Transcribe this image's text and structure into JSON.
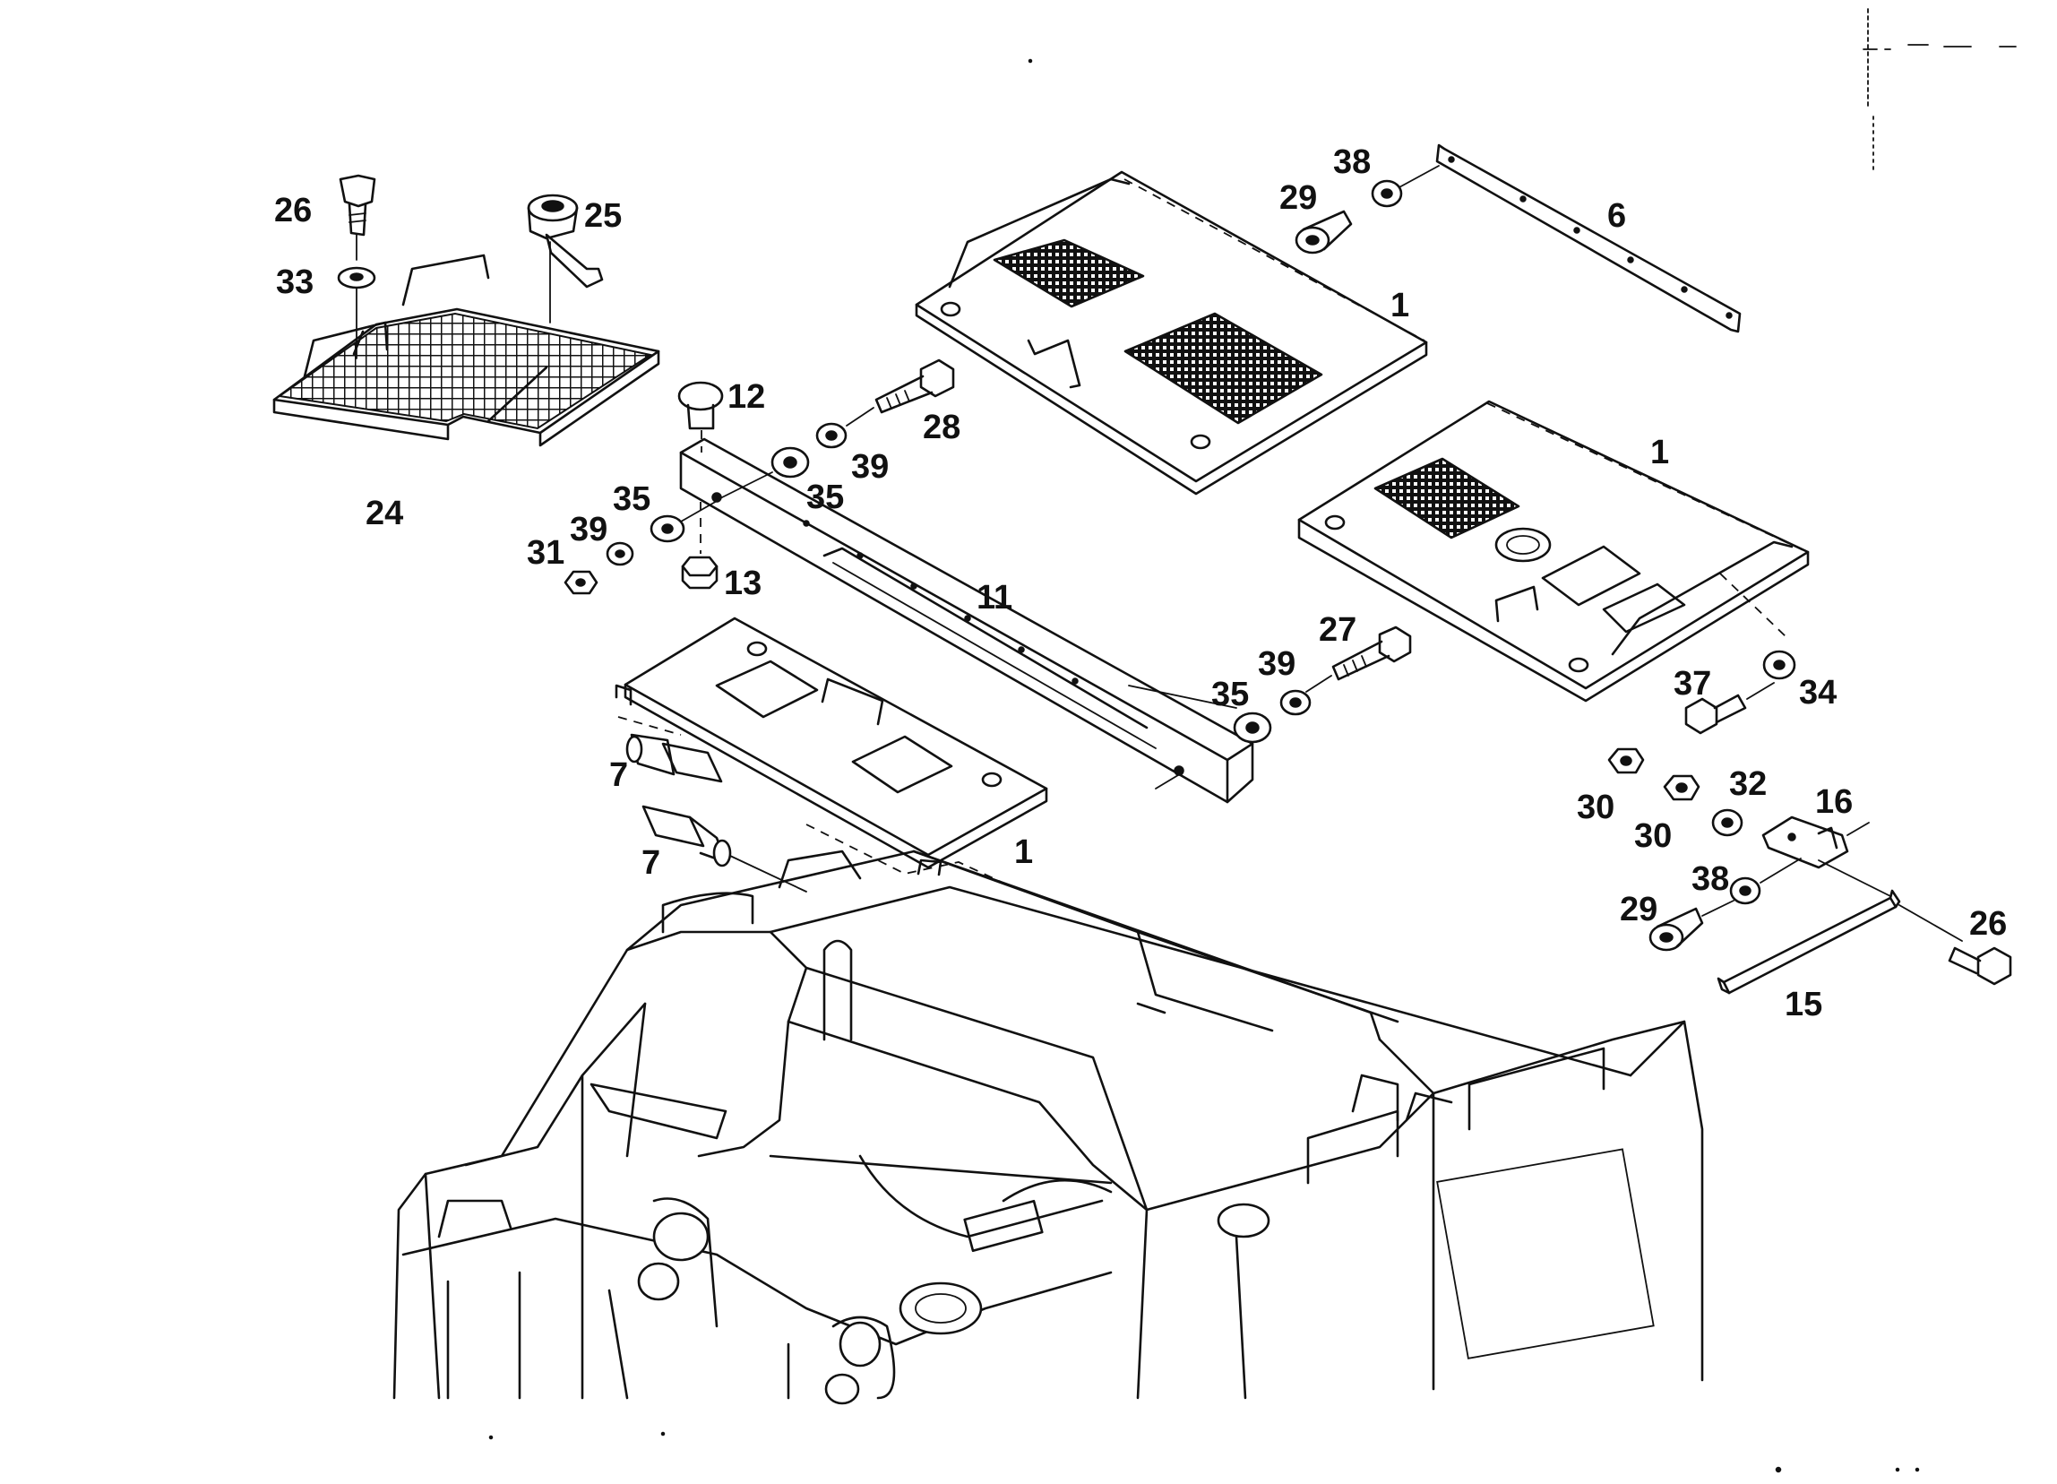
{
  "diagram": {
    "callouts": [
      {
        "id": "c26a",
        "text": "26"
      },
      {
        "id": "c25",
        "text": "25"
      },
      {
        "id": "c33",
        "text": "33"
      },
      {
        "id": "c24",
        "text": "24"
      },
      {
        "id": "c12",
        "text": "12"
      },
      {
        "id": "c28",
        "text": "28"
      },
      {
        "id": "c39a",
        "text": "39"
      },
      {
        "id": "c35a",
        "text": "35"
      },
      {
        "id": "c35b",
        "text": "35"
      },
      {
        "id": "c39b",
        "text": "39"
      },
      {
        "id": "c31",
        "text": "31"
      },
      {
        "id": "c13",
        "text": "13"
      },
      {
        "id": "c38a",
        "text": "38"
      },
      {
        "id": "c29a",
        "text": "29"
      },
      {
        "id": "c6",
        "text": "6"
      },
      {
        "id": "c1a",
        "text": "1"
      },
      {
        "id": "c1b",
        "text": "1"
      },
      {
        "id": "c11",
        "text": "11"
      },
      {
        "id": "c27",
        "text": "27"
      },
      {
        "id": "c39c",
        "text": "39"
      },
      {
        "id": "c35c",
        "text": "35"
      },
      {
        "id": "c37",
        "text": "37"
      },
      {
        "id": "c34",
        "text": "34"
      },
      {
        "id": "c7a",
        "text": "7"
      },
      {
        "id": "c7b",
        "text": "7"
      },
      {
        "id": "c1c",
        "text": "1"
      },
      {
        "id": "c32",
        "text": "32"
      },
      {
        "id": "c16",
        "text": "16"
      },
      {
        "id": "c30a",
        "text": "30"
      },
      {
        "id": "c30b",
        "text": "30"
      },
      {
        "id": "c38b",
        "text": "38"
      },
      {
        "id": "c29b",
        "text": "29"
      },
      {
        "id": "c26b",
        "text": "26"
      },
      {
        "id": "c15",
        "text": "15"
      }
    ]
  }
}
